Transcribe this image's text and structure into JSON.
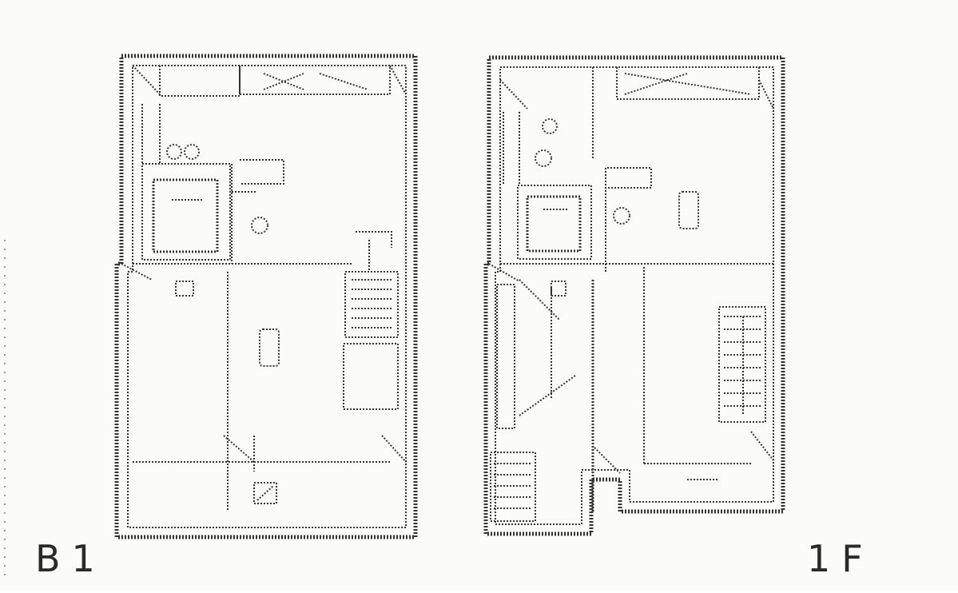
{
  "floor_plans": [
    {
      "id": "b1",
      "label": "B1"
    },
    {
      "id": "1f",
      "label": "1F"
    }
  ]
}
